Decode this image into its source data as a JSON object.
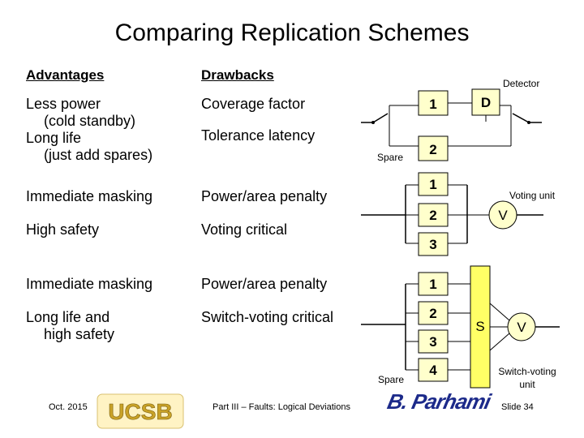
{
  "title": "Comparing Replication Schemes",
  "headers": {
    "advantages": "Advantages",
    "drawbacks": "Drawbacks"
  },
  "rows": [
    {
      "adv_lines": [
        "Less power",
        "(cold standby)",
        "Long life",
        "(just add spares)"
      ],
      "draw_lines": [
        "Coverage factor",
        "Tolerance latency"
      ]
    },
    {
      "adv_lines": [
        "Immediate masking"
      ],
      "draw_lines": [
        "Power/area penalty"
      ]
    },
    {
      "adv_lines": [
        "High safety"
      ],
      "draw_lines": [
        "Voting critical"
      ]
    },
    {
      "adv_lines": [
        "Immediate masking"
      ],
      "draw_lines": [
        "Power/area penalty"
      ]
    },
    {
      "adv_lines": [
        "Long life and",
        "high safety"
      ],
      "draw_lines": [
        "Switch-voting critical"
      ]
    }
  ],
  "diagram1": {
    "detector_label": "Detector",
    "detector_box": "D",
    "module1": "1",
    "module2": "2",
    "spare_label": "Spare"
  },
  "diagram2": {
    "module1": "1",
    "module2": "2",
    "module3": "3",
    "voter": "V",
    "voting_unit_label": "Voting unit"
  },
  "diagram3": {
    "module1": "1",
    "module2": "2",
    "module3": "3",
    "module4": "4",
    "switch": "S",
    "voter": "V",
    "spare_label": "Spare",
    "switch_voting_label_1": "Switch-voting",
    "switch_voting_label_2": "unit"
  },
  "footer": {
    "date": "Oct. 2015",
    "logo": "UCSB",
    "center": "Part III – Faults: Logical Deviations",
    "signature": "B. Parhami",
    "slide": "Slide 34"
  },
  "colors": {
    "module_fill": "#ffffcc",
    "switch_fill": "#ffff66",
    "logo_gold": "#c9a227",
    "signature_blue": "#1c2a8a"
  }
}
